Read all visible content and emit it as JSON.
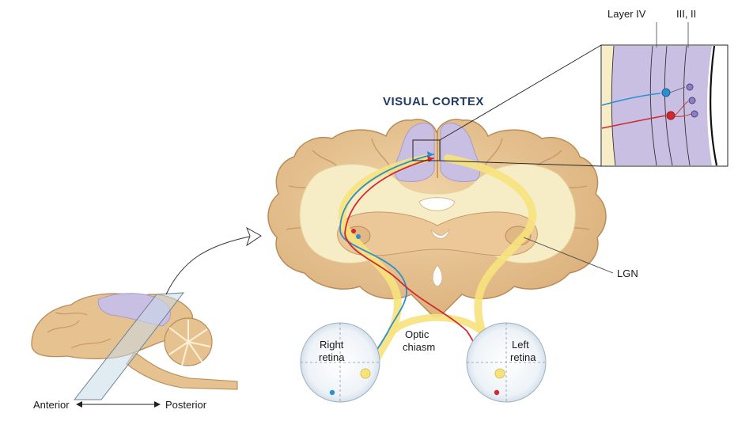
{
  "labels": {
    "visual_cortex": "VISUAL CORTEX",
    "layer_iv": "Layer IV",
    "layer_iii_ii": "III, II",
    "lgn": "LGN",
    "optic_chiasm_line1": "Optic",
    "optic_chiasm_line2": "chiasm",
    "right_retina_line1": "Right",
    "right_retina_line2": "retina",
    "left_retina_line1": "Left",
    "left_retina_line2": "retina",
    "anterior": "Anterior",
    "posterior": "Posterior"
  },
  "colors": {
    "brain_tan": "#e6c291",
    "brain_edge": "#b98c5a",
    "white_matter": "#f6edc6",
    "cortex_purple": "#c9bfe2",
    "optic_yellow": "#f7e27c",
    "pathway_blue": "#2c8fcf",
    "pathway_red": "#d3282f",
    "title_blue": "#1f3a66"
  }
}
